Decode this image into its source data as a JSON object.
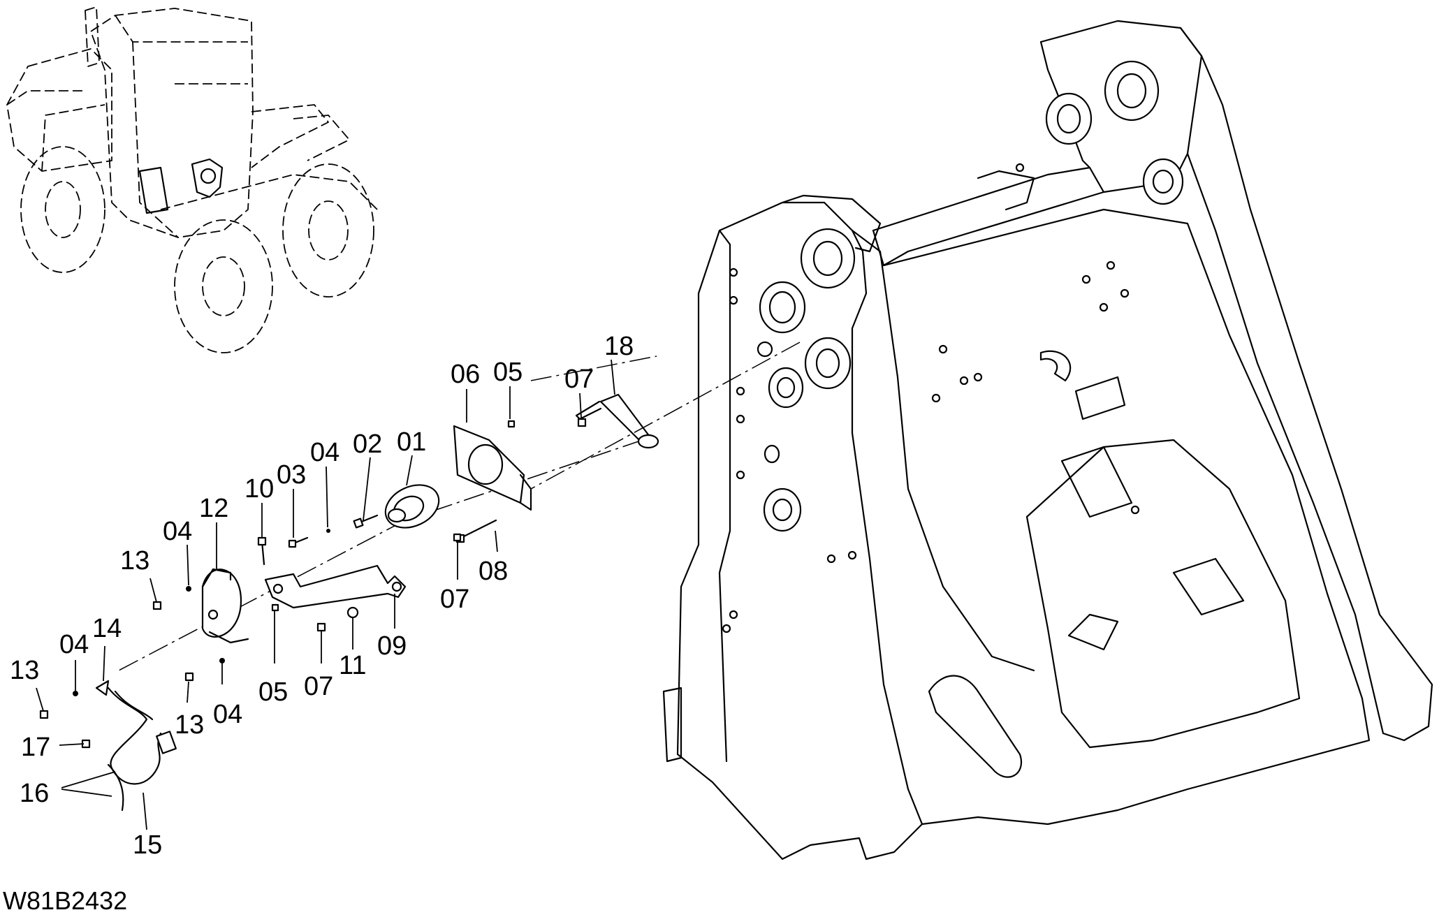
{
  "drawing_code": "W81B2432",
  "callouts": [
    {
      "id": "01",
      "text": "01"
    },
    {
      "id": "02",
      "text": "02"
    },
    {
      "id": "03",
      "text": "03"
    },
    {
      "id": "04a",
      "text": "04"
    },
    {
      "id": "04b",
      "text": "04"
    },
    {
      "id": "04c",
      "text": "04"
    },
    {
      "id": "04d",
      "text": "04"
    },
    {
      "id": "05a",
      "text": "05"
    },
    {
      "id": "05b",
      "text": "05"
    },
    {
      "id": "06",
      "text": "06"
    },
    {
      "id": "07a",
      "text": "07"
    },
    {
      "id": "07b",
      "text": "07"
    },
    {
      "id": "07c",
      "text": "07"
    },
    {
      "id": "08",
      "text": "08"
    },
    {
      "id": "09",
      "text": "09"
    },
    {
      "id": "10",
      "text": "10"
    },
    {
      "id": "11",
      "text": "11"
    },
    {
      "id": "12",
      "text": "12"
    },
    {
      "id": "13a",
      "text": "13"
    },
    {
      "id": "13b",
      "text": "13"
    },
    {
      "id": "13c",
      "text": "13"
    },
    {
      "id": "14",
      "text": "14"
    },
    {
      "id": "15",
      "text": "15"
    },
    {
      "id": "16",
      "text": "16"
    },
    {
      "id": "17",
      "text": "17"
    },
    {
      "id": "18",
      "text": "18"
    }
  ]
}
